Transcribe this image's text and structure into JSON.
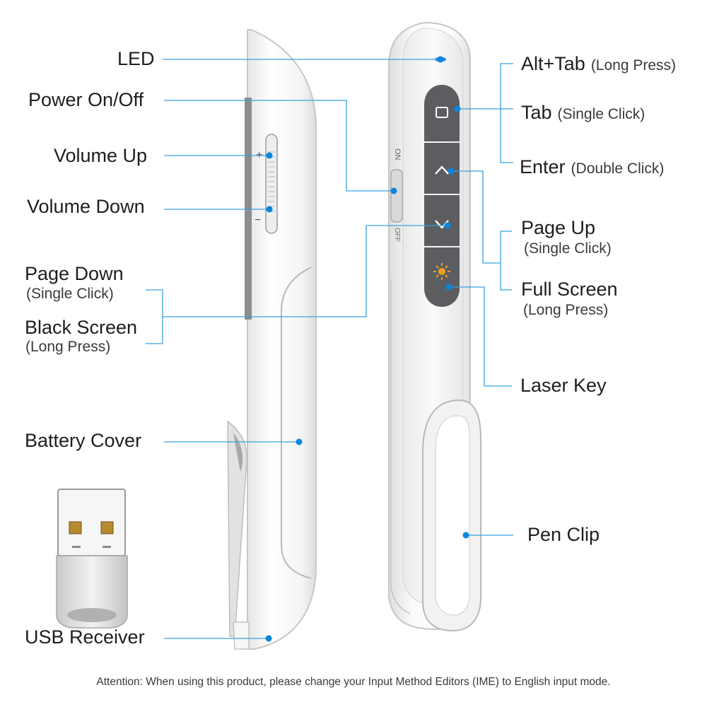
{
  "labels": {
    "led": "LED",
    "power": "Power On/Off",
    "volume_up": "Volume Up",
    "volume_down": "Volume Down",
    "page_down": "Page Down",
    "page_down_sub": "(Single Click)",
    "black_screen": "Black Screen",
    "black_screen_sub": "(Long Press)",
    "battery_cover": "Battery Cover",
    "usb_receiver": "USB Receiver",
    "alt_tab": "Alt+Tab",
    "alt_tab_sub": "(Long Press)",
    "tab": "Tab",
    "tab_sub": "(Single Click)",
    "enter": "Enter",
    "enter_sub": "(Double Click)",
    "page_up": "Page Up",
    "page_up_sub": "(Single Click)",
    "full_screen": "Full Screen",
    "full_screen_sub": "(Long Press)",
    "laser_key": "Laser Key",
    "pen_clip": "Pen Clip"
  },
  "device_text": {
    "on": "ON",
    "off": "OFF",
    "plus": "+",
    "minus": "−"
  },
  "attention": "Attention: When using this product, please change your Input Method Editors (IME) to English input mode.",
  "colors": {
    "leader_line": "#3aa0e0",
    "dot": "#0a86dd",
    "button_dark": "#5b5d61",
    "laser_icon": "#f0a020",
    "led": "#2a8fe0"
  },
  "icons": {
    "tab_button": "square-icon",
    "up_button": "chevron-up-icon",
    "down_button": "chevron-down-icon",
    "laser_button": "laser-sun-icon"
  }
}
